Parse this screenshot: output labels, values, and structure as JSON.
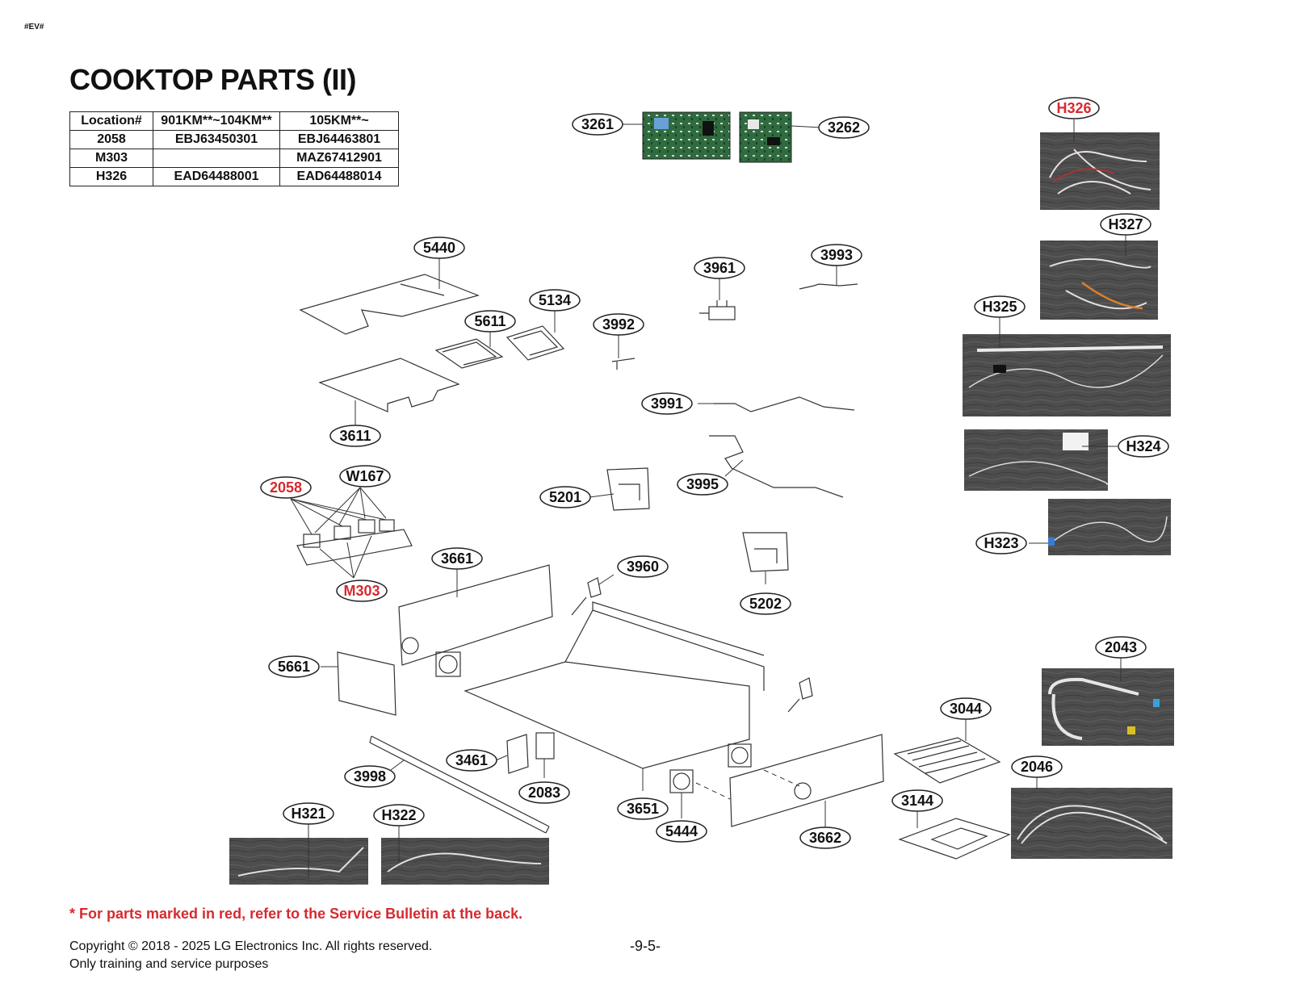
{
  "header": {
    "doc_tag": "#EV#",
    "title": "COOKTOP PARTS (II)"
  },
  "location_table": {
    "headers": [
      "Location#",
      "901KM**~104KM**",
      "105KM**~"
    ],
    "rows": [
      [
        "2058",
        "EBJ63450301",
        "EBJ64463801"
      ],
      [
        "M303",
        "",
        "MAZ67412901"
      ],
      [
        "H326",
        "EAD64488001",
        "EAD64488014"
      ]
    ]
  },
  "callouts": [
    "3261",
    "3262",
    "H326",
    "H327",
    "H325",
    "H324",
    "H323",
    "5440",
    "3961",
    "3993",
    "5134",
    "5611",
    "3992",
    "3611",
    "3991",
    "3995",
    "2058",
    "W167",
    "5201",
    "3661",
    "3960",
    "5202",
    "M303",
    "5661",
    "2043",
    "3044",
    "3461",
    "3998",
    "2083",
    "2046",
    "3144",
    "3651",
    "5444",
    "3662",
    "H321",
    "H322"
  ],
  "red_callouts": [
    "H326",
    "2058",
    "M303"
  ],
  "colors": {
    "red": "#d62a2f",
    "line": "#333333",
    "photo_bg": "#4a4a4a"
  },
  "footer": {
    "note": "* For parts marked in red, refer to the Service Bulletin at the back.",
    "copyright_line1": "Copyright © 2018 - 2025 LG Electronics Inc. All rights reserved.",
    "copyright_line2": "Only training and service purposes",
    "page_number": "-9-5-"
  }
}
